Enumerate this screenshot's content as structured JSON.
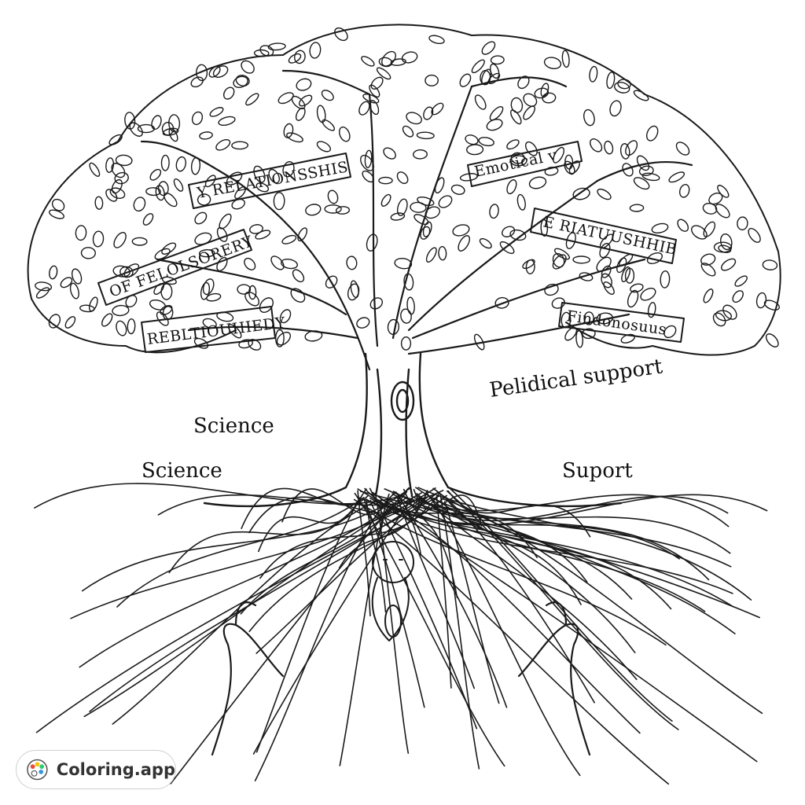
{
  "illustration": {
    "style": "black line-art coloring page",
    "subject": "tree-icon",
    "ink_color": "#1a1a1a",
    "background_color": "#ffffff",
    "banners": [
      {
        "text": "Y RELATIONSSHIS"
      },
      {
        "text": "Emotical v"
      },
      {
        "text": "E RIATUUSHHIB"
      },
      {
        "text": "OF FELOLSORERY"
      },
      {
        "text": "REBLTIOUHIEDY"
      },
      {
        "text": "Findonosuus"
      }
    ],
    "labels": [
      {
        "text": "Science"
      },
      {
        "text": "Science"
      },
      {
        "text": "Pelidical support"
      },
      {
        "text": "Suport"
      }
    ]
  },
  "watermark": {
    "text": "Coloring.app",
    "icon": "palette-icon"
  }
}
